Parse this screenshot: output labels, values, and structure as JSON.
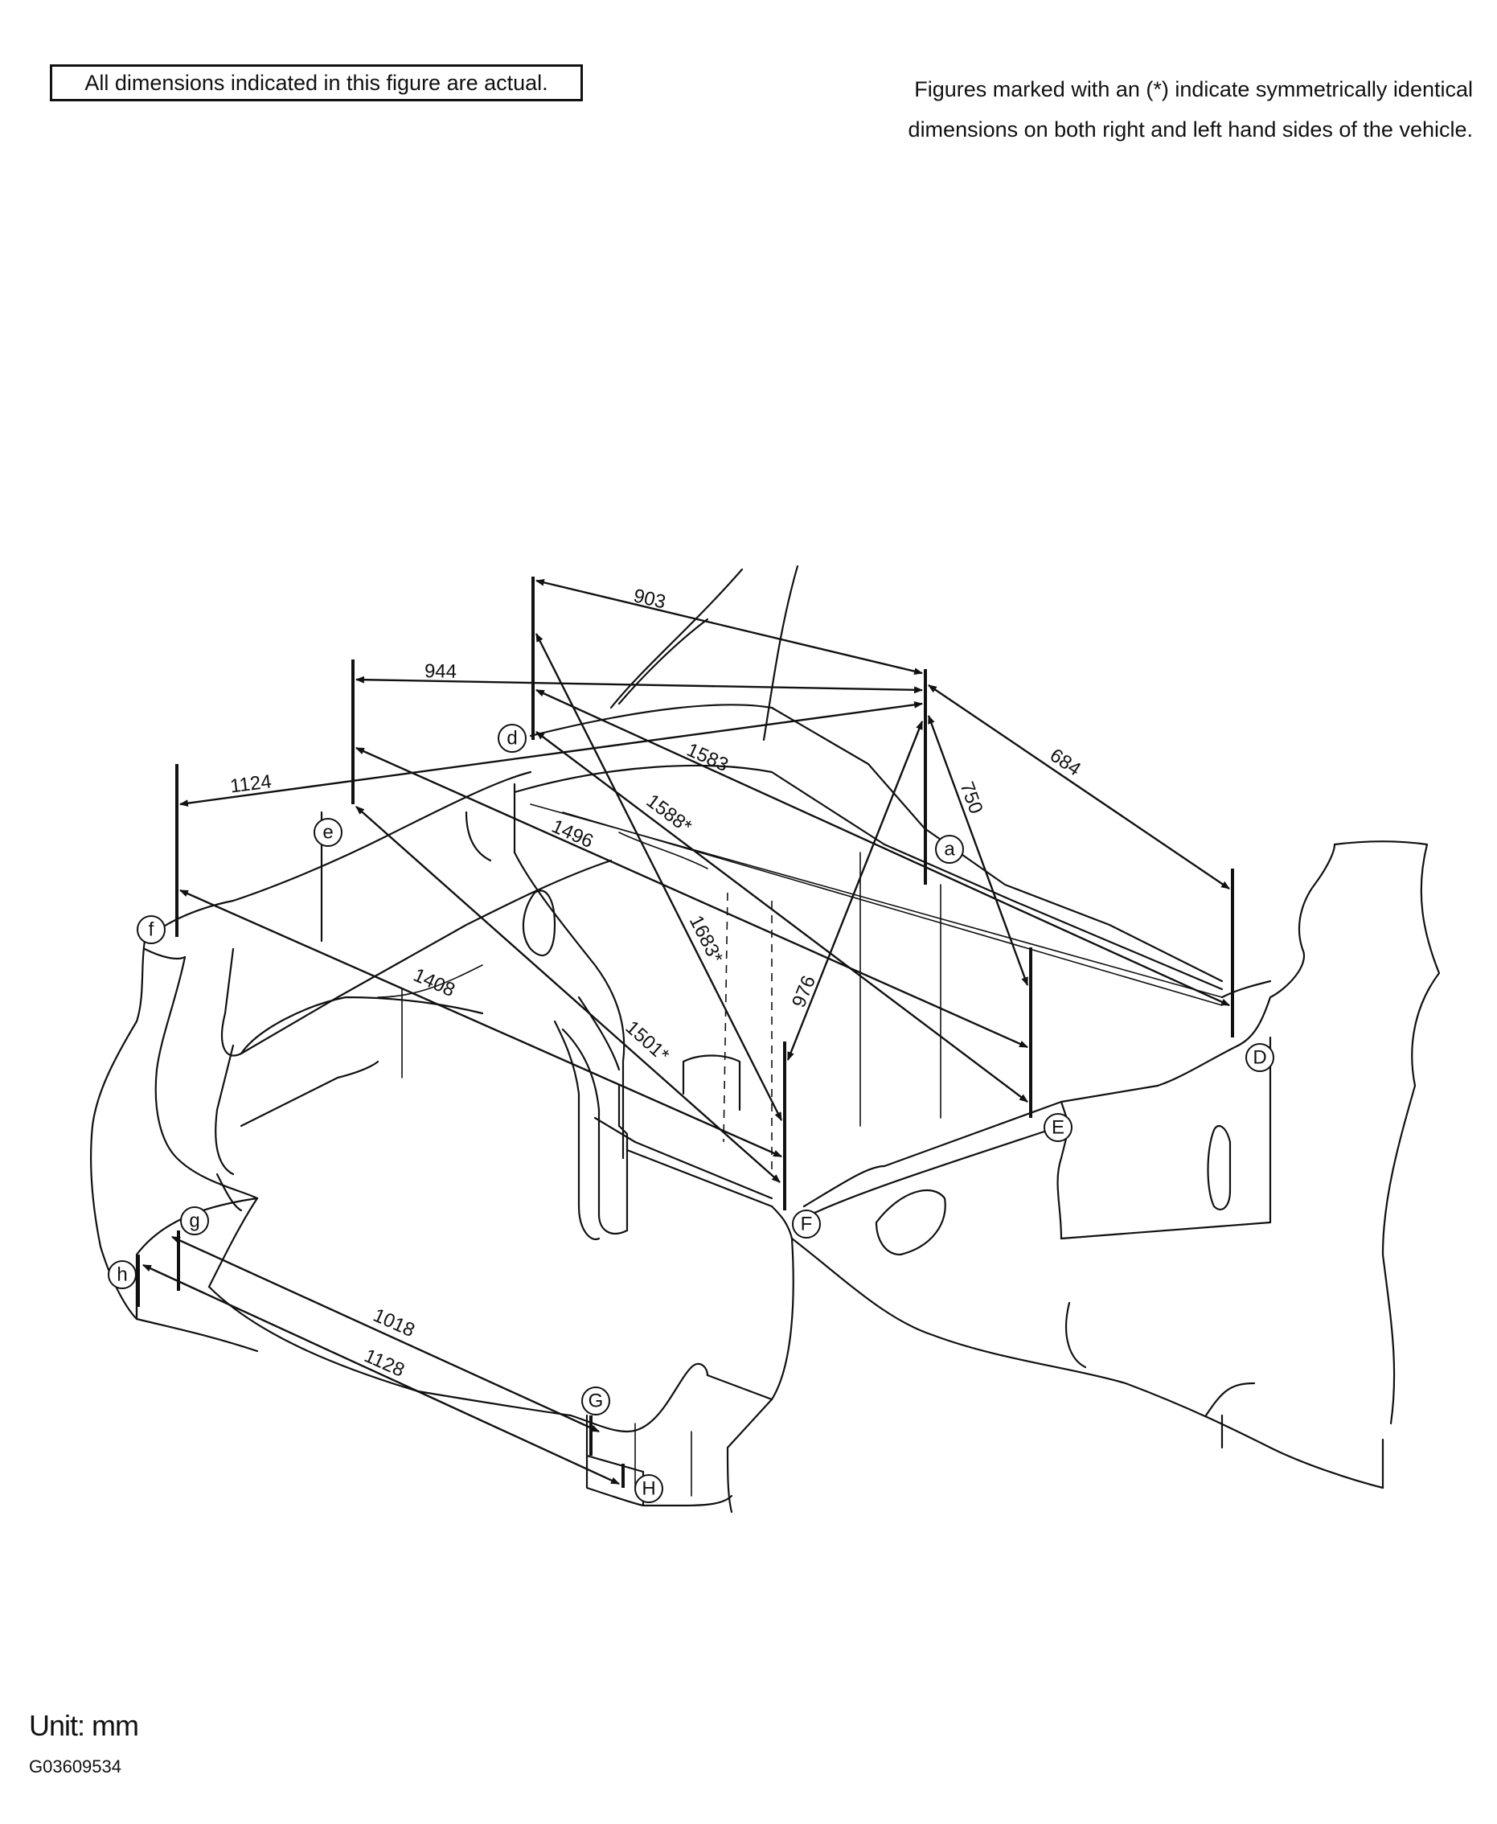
{
  "notes": {
    "actual": "All dimensions indicated in this figure are actual.",
    "symmetric_line1": "Figures marked with an (*) indicate symmetrically identical",
    "symmetric_line2": "dimensions on both right and left hand sides of the vehicle."
  },
  "footer": {
    "unit": "Unit: mm",
    "code": "G03609534"
  },
  "points": {
    "a": "a",
    "d": "d",
    "e": "e",
    "f": "f",
    "g": "g",
    "h": "h",
    "D": "D",
    "E": "E",
    "F": "F",
    "G": "G",
    "H": "H"
  },
  "dimensions": {
    "d_a": "903",
    "e_a": "944",
    "f_a": "1124",
    "a_D": "684",
    "a_E": "750",
    "d_D": "1583",
    "d_E": "1588*",
    "e_E": "1496",
    "d_F": "1683*",
    "a_F": "976",
    "f_F": "1408",
    "e_F": "1501*",
    "g_G": "1018",
    "h_H": "1128"
  }
}
